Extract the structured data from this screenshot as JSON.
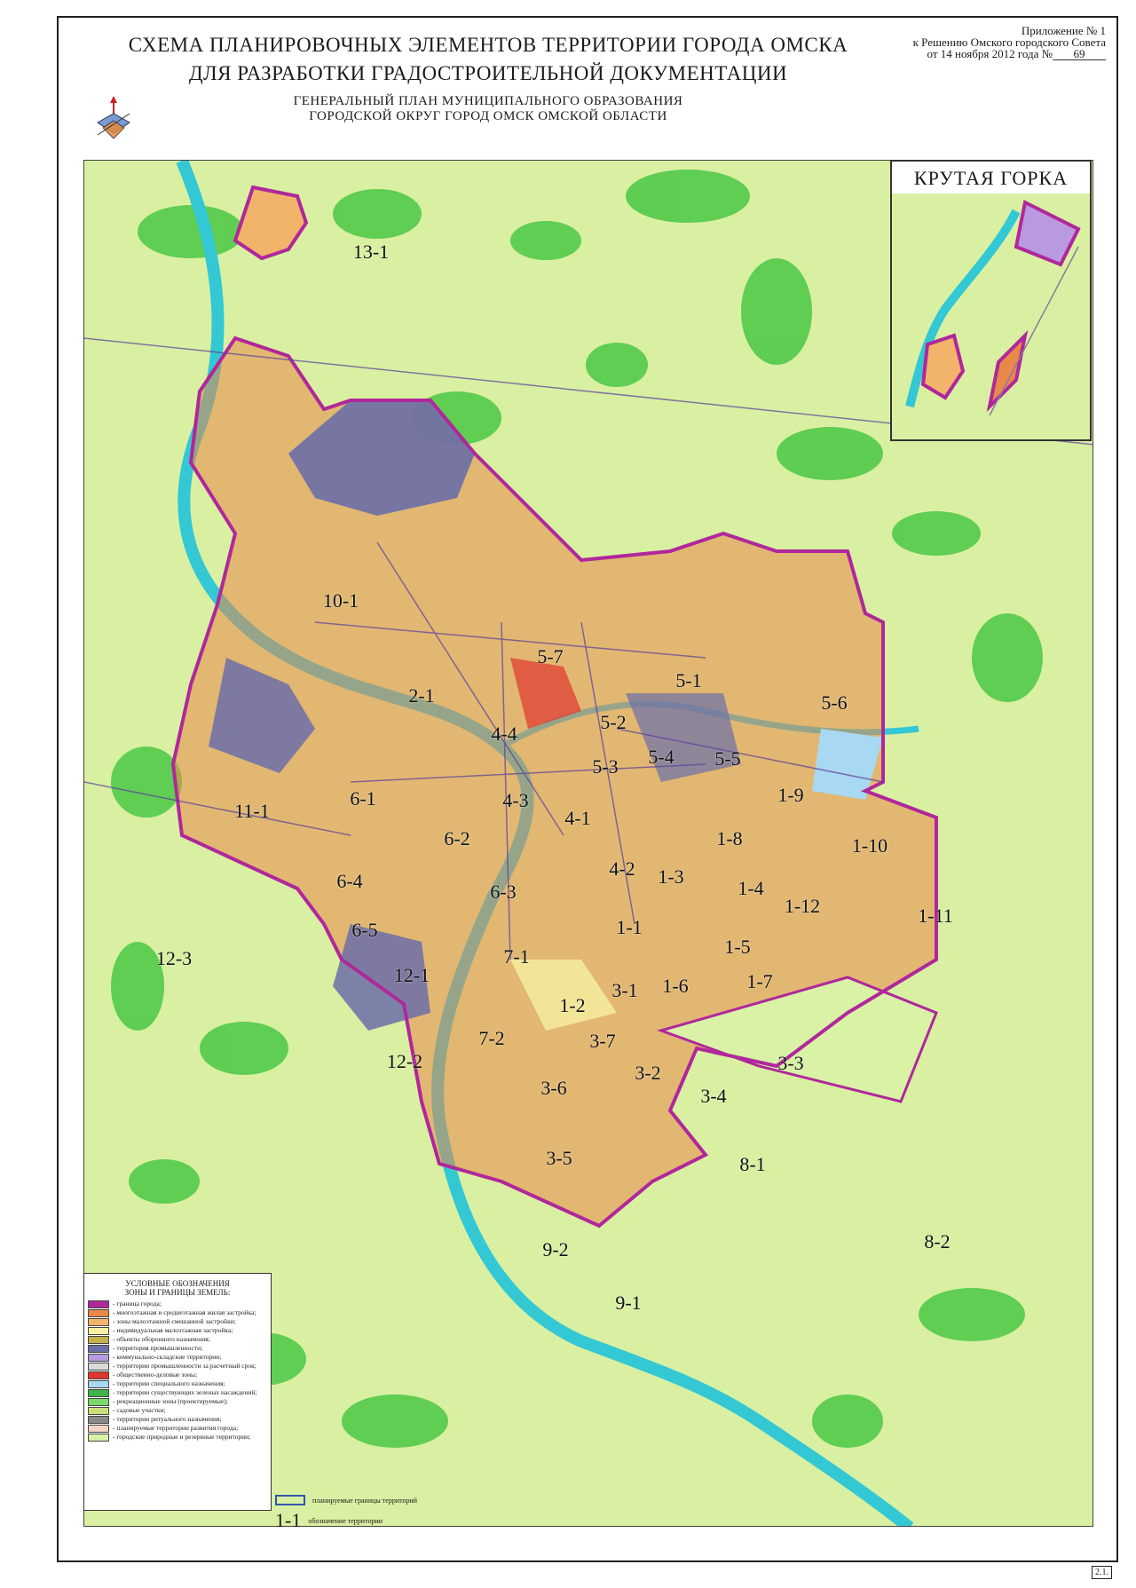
{
  "header": {
    "title_line1": "СХЕМА ПЛАНИРОВОЧНЫХ ЭЛЕМЕНТОВ ТЕРРИТОРИИ ГОРОДА ОМСКА",
    "title_line2": "ДЛЯ РАЗРАБОТКИ  ГРАДОСТРОИТЕЛЬНОЙ  ДОКУМЕНТАЦИИ",
    "subtitle_line1": "ГЕНЕРАЛЬНЫЙ ПЛАН МУНИЦИПАЛЬНОГО ОБРАЗОВАНИЯ",
    "subtitle_line2": "ГОРОДСКОЙ ОКРУГ ГОРОД ОМСК ОМСКОЙ ОБЛАСТИ"
  },
  "appendix": {
    "line1": "Приложение № 1",
    "line2": "к Решению Омского городского Совета",
    "line3_prefix": "от 14 ноября 2012 года  №",
    "number": "69"
  },
  "inset": {
    "title": "КРУТАЯ ГОРКА"
  },
  "zones": [
    "13-1",
    "10-1",
    "5-7",
    "5-1",
    "5-6",
    "2-1",
    "4-4",
    "5-2",
    "5-3",
    "5-4",
    "5-5",
    "11-1",
    "6-1",
    "4-3",
    "4-1",
    "1-9",
    "6-2",
    "1-8",
    "1-10",
    "4-2",
    "1-3",
    "6-4",
    "6-3",
    "1-4",
    "1-12",
    "1-11",
    "6-5",
    "1-1",
    "12-3",
    "7-1",
    "1-5",
    "12-1",
    "1-7",
    "3-1",
    "1-6",
    "1-2",
    "7-2",
    "3-7",
    "12-2",
    "3-3",
    "3-2",
    "3-6",
    "3-4",
    "3-5",
    "8-1",
    "8-2",
    "9-2",
    "9-1"
  ],
  "legend": {
    "title_line1": "УСЛОВНЫЕ ОБОЗНАЧЕНИЯ",
    "title_line2": "ЗОНЫ И ГРАНИЦЫ ЗЕМЕЛЬ:",
    "items": [
      {
        "label": "- граница города;",
        "color": "#b0279b"
      },
      {
        "label": "- многоэтажная и среднеэтажная жилая застройка;",
        "color": "#e8894a"
      },
      {
        "label": "- зоны малоэтажной смешанной застройки;",
        "color": "#f2b36b"
      },
      {
        "label": "- индивидуальная малоэтажная застройка;",
        "color": "#f7f0a0"
      },
      {
        "label": "- объекты оборонного назначения;",
        "color": "#c6b24a"
      },
      {
        "label": "- территория промышленности;",
        "color": "#6b6fa8"
      },
      {
        "label": "- коммунально-складские территории;",
        "color": "#b99ae0"
      },
      {
        "label": "- территории промышленности за расчетный срок;",
        "color": "#d9d9d9"
      },
      {
        "label": "- общественно-деловые зоны;",
        "color": "#e0352d"
      },
      {
        "label": "- территории специального назначения;",
        "color": "#a9d8f2"
      },
      {
        "label": "- территории существующих зеленых насаждений;",
        "color": "#3fb34a"
      },
      {
        "label": "- рекреационные зоны (проектируемые);",
        "color": "#7cd86a"
      },
      {
        "label": "- садовые участки;",
        "color": "#c9e07a"
      },
      {
        "label": "- территории ритуального назначения;",
        "color": "#8a8a8a"
      },
      {
        "label": "- планируемые территории развития города;",
        "color": "#f3d6c2"
      },
      {
        "label": "- городские природные и резервные территории;",
        "color": "#d9f2a6"
      }
    ],
    "planned_boundaries_label": "планируемые границы территорий",
    "designation_example": "1-1",
    "designation_label": "обозначение территории"
  },
  "sheet_number": "2.1."
}
